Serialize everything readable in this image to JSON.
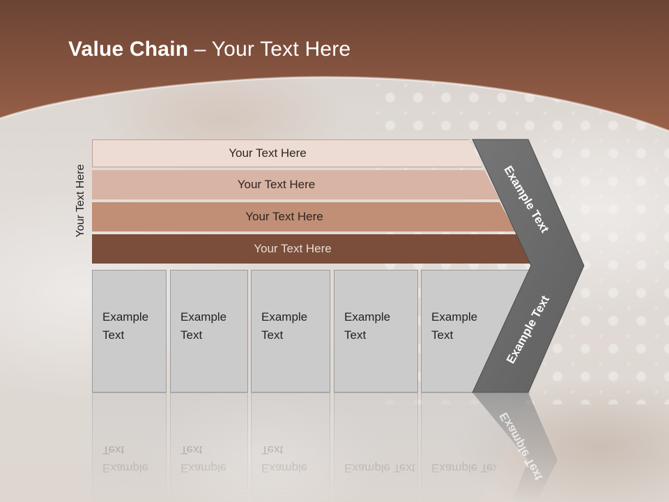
{
  "slide": {
    "title_bold": "Value Chain",
    "title_rest": " – Your Text Here",
    "side_label": "Your Text Here",
    "bars": [
      {
        "label": "Your Text Here"
      },
      {
        "label": "Your Text Here"
      },
      {
        "label": "Your Text Here"
      },
      {
        "label": "Your Text Here"
      }
    ],
    "boxes": [
      {
        "label": "Example Text"
      },
      {
        "label": "Example Text"
      },
      {
        "label": "Example Text"
      },
      {
        "label": "Example Text"
      },
      {
        "label": "Example Text"
      }
    ],
    "arrow": {
      "top_label": "Example Text",
      "bottom_label": "Example Text"
    }
  },
  "colors": {
    "header_brown": "#8f5a43",
    "bar_1": "#ecdcd3",
    "bar_2": "#d8b4a4",
    "bar_3": "#c08f76",
    "bar_4": "#7a4e3b",
    "box_gray": "#cbcbcb",
    "arrow_gray": "#6e6e6e"
  }
}
